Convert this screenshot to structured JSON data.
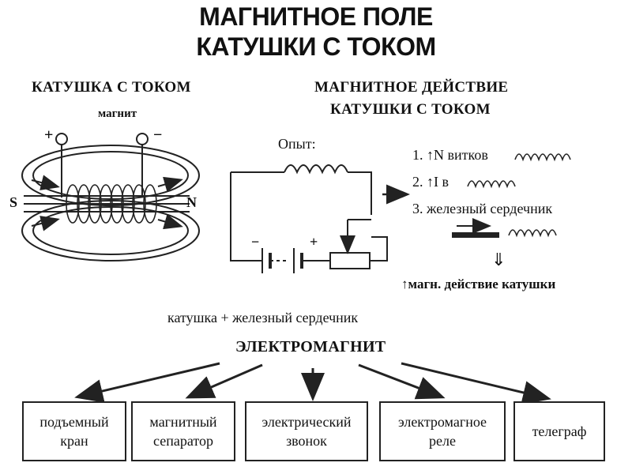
{
  "title": {
    "line1": "МАГНИТНОЕ ПОЛЕ",
    "line2": "КАТУШКИ С ТОКОМ"
  },
  "left": {
    "heading": "КАТУШКА С ТОКОМ",
    "magnet_label": "магнит",
    "plus": "+",
    "minus": "−",
    "s_pole": "S",
    "n_pole": "N"
  },
  "right": {
    "heading_line1": "МАГНИТНОЕ ДЕЙСТВИЕ",
    "heading_line2": "КАТУШКИ С ТОКОМ",
    "experiment_label": "Опыт:",
    "item1": "1. ↑N витков",
    "item2": "2. ↑I в",
    "item3": "3. железный сердечник",
    "down_arrow": "⇓",
    "result": "↑магн. действие катушки",
    "battery_minus": "−",
    "battery_plus": "+"
  },
  "middle": {
    "combo": "катушка + железный сердечник",
    "electromagnet": "ЭЛЕКТРОМАГНИТ"
  },
  "applications": [
    {
      "line1": "подъемный",
      "line2": "кран"
    },
    {
      "line1": "магнитный",
      "line2": "сепаратор"
    },
    {
      "line1": "электрический",
      "line2": "звонок"
    },
    {
      "line1": "электромагное",
      "line2": "реле"
    },
    {
      "line1": "телеграф",
      "line2": ""
    }
  ]
}
